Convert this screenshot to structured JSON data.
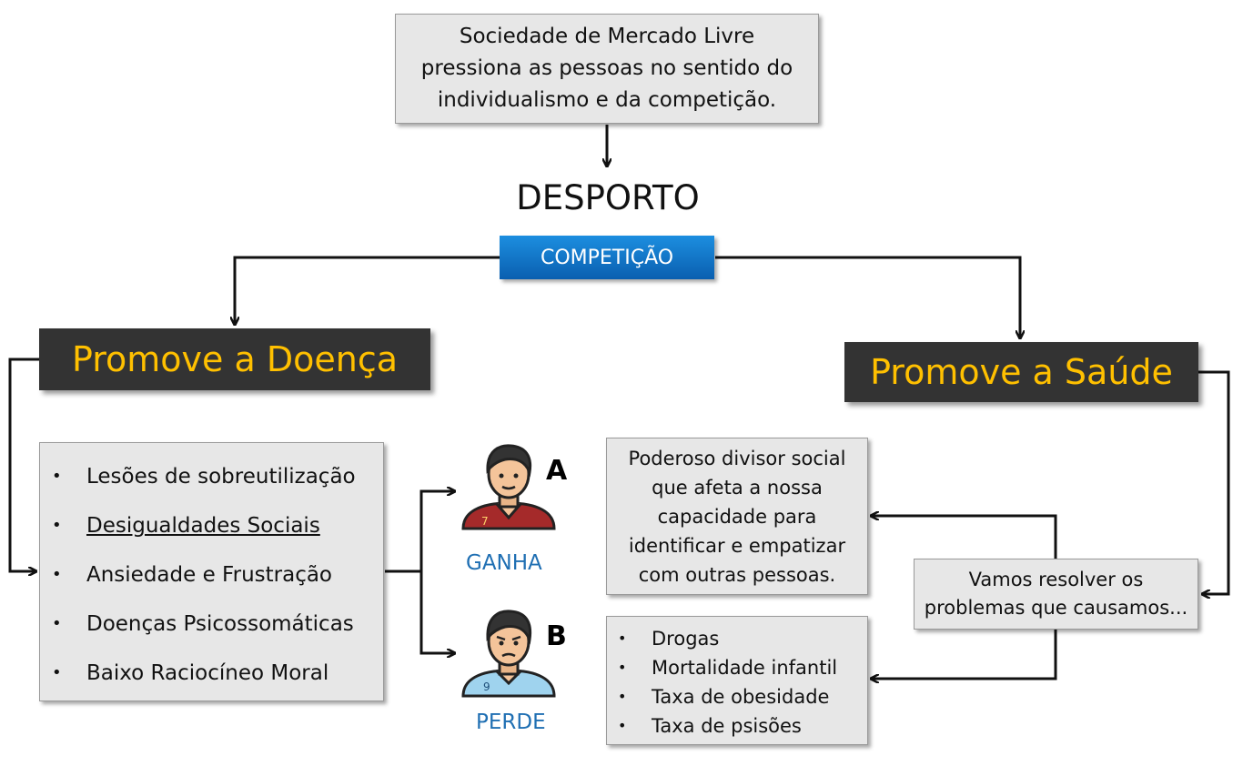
{
  "top_box": {
    "lines": [
      "Sociedade de Mercado Livre",
      "pressiona as pessoas no sentido do",
      "individualismo e da competição."
    ]
  },
  "desporto": "DESPORTO",
  "competicao": "COMPETIÇÃO",
  "promove_doenca": "Promove a Doença",
  "promove_saude": "Promove a Saúde",
  "doenca_items": [
    "Lesões de sobreutilização",
    "Desigualdades Sociais",
    "Ansiedade e Frustração",
    "Doenças Psicossomáticas",
    "Baixo Raciocíneo Moral"
  ],
  "player_a": {
    "letter": "A",
    "result": "GANHA",
    "shirt_color": "#a52a2a",
    "jersey_number": "7"
  },
  "player_b": {
    "letter": "B",
    "result": "PERDE",
    "shirt_color": "#9fd3ee",
    "jersey_number": "9"
  },
  "divisor": {
    "lines": [
      "Poderoso divisor social",
      "que afeta a nossa",
      "capacidade para",
      "identificar e empatizar",
      "com outras pessoas."
    ]
  },
  "problemas": {
    "lines": [
      "Vamos resolver os",
      "problemas que causamos..."
    ]
  },
  "saude_items": [
    "Drogas",
    "Mortalidade infantil",
    "Taxa de obesidade",
    "Taxa de psisões"
  ],
  "colors": {
    "accent_text": "#ffc000",
    "dark_box": "#333333",
    "light_box": "#e7e7e7",
    "competicao_blue": "#0a6fc8",
    "result_blue": "#1f6fb3"
  }
}
